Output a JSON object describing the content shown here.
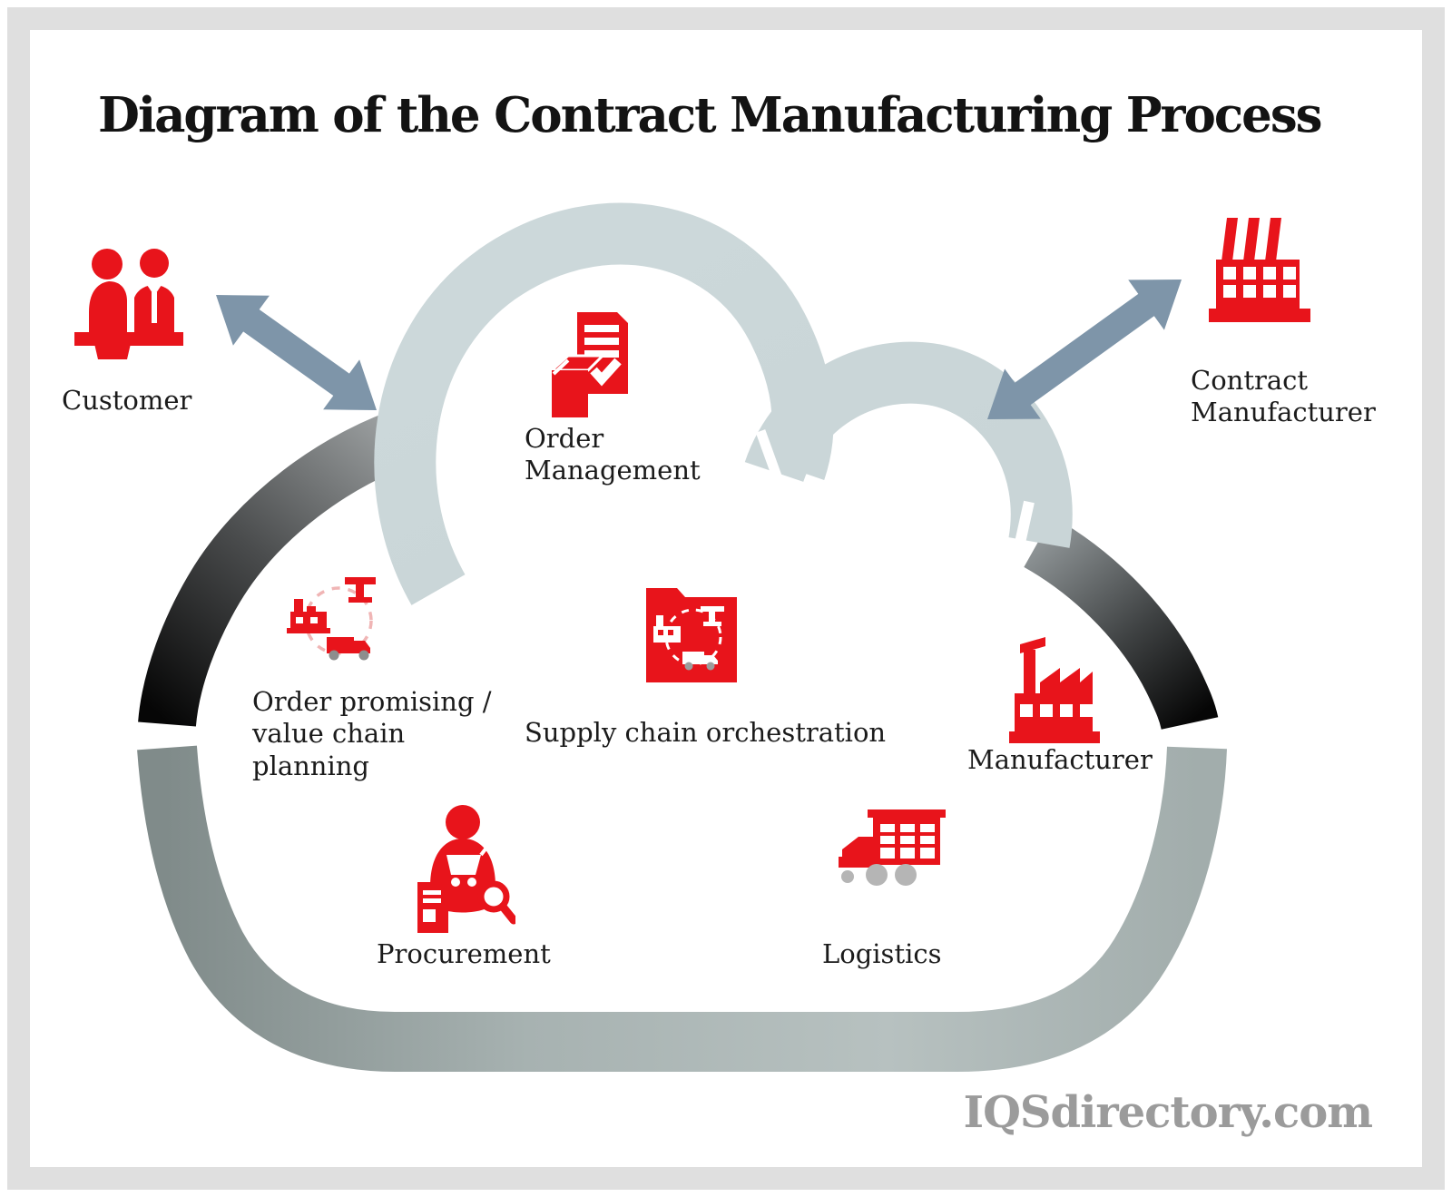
{
  "title": "Diagram of the Contract Manufacturing Process",
  "watermark": "IQSdirectory.com",
  "colors": {
    "accent_red": "#e8141b",
    "arrow_blue": "#7e95a9",
    "cloud_light": "#c9d5d7",
    "cloud_gray_top": "#9da1a2",
    "cloud_black": "#060606",
    "cloud_band_gray": "#a9b4b3",
    "wheel_gray": "#b5b5b5",
    "dashed_pink": "#f0b5b5",
    "text_dark": "#1b1b1b",
    "watermark_gray": "#9b9b9b"
  },
  "nodes": [
    {
      "id": "customer",
      "label": "Customer",
      "icon": "customer-people-icon"
    },
    {
      "id": "contract-manufacturer",
      "label": "Contract\nManufacturer",
      "icon": "contract-factory-icon"
    },
    {
      "id": "order-management",
      "label": "Order\nManagement",
      "icon": "order-document-box-icon"
    },
    {
      "id": "order-promising",
      "label": "Order promising /\nvalue chain\nplanning",
      "icon": "planning-cycle-icon"
    },
    {
      "id": "supply-chain-orchestration",
      "label": "Supply chain orchestration",
      "icon": "folder-cycle-icon"
    },
    {
      "id": "manufacturer",
      "label": "Manufacturer",
      "icon": "factory-icon"
    },
    {
      "id": "procurement",
      "label": "Procurement",
      "icon": "buyer-search-icon"
    },
    {
      "id": "logistics",
      "label": "Logistics",
      "icon": "logistics-truck-icon"
    }
  ]
}
